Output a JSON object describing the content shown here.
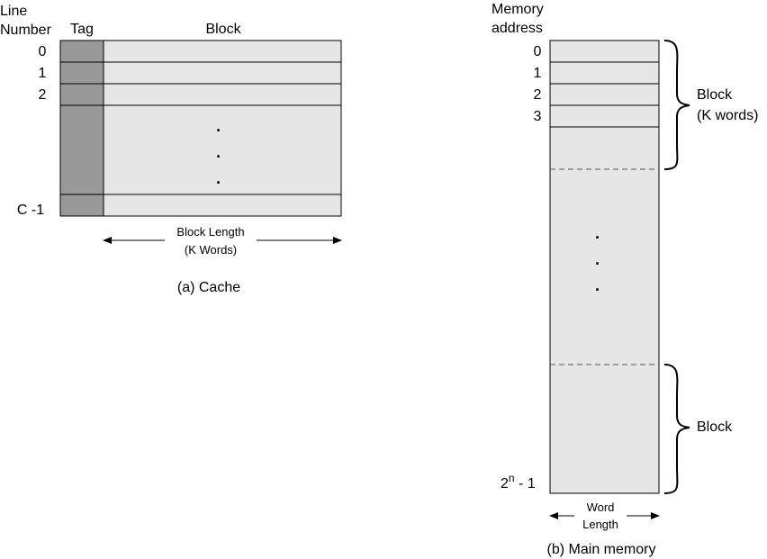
{
  "cache": {
    "line_number_label_1": "Line",
    "line_number_label_2": "Number",
    "tag_header": "Tag",
    "block_header": "Block",
    "line_labels": [
      "0",
      "1",
      "2",
      "C -1"
    ],
    "ellipsis": [
      "·",
      "·",
      "·"
    ],
    "block_length_label_1": "Block Length",
    "block_length_label_2": "(K Words)",
    "caption": "(a) Cache",
    "colors": {
      "tag_fill": "#999999",
      "block_fill": "#e6e6e6",
      "border": "#000000"
    }
  },
  "main_memory": {
    "address_label_1": "Memory",
    "address_label_2": "address",
    "address_labels": [
      "0",
      "1",
      "2",
      "3"
    ],
    "last_address_base": "2",
    "last_address_exp": "n",
    "last_address_suffix": " - 1",
    "ellipsis": [
      "·",
      "·",
      "·"
    ],
    "block_label_top_1": "Block",
    "block_label_top_2": "(K words)",
    "block_label_bottom": "Block",
    "word_length_label_1": "Word",
    "word_length_label_2": "Length",
    "caption": "(b) Main memory",
    "colors": {
      "fill": "#e6e6e6",
      "border": "#000000",
      "dashed": "#555555"
    }
  }
}
